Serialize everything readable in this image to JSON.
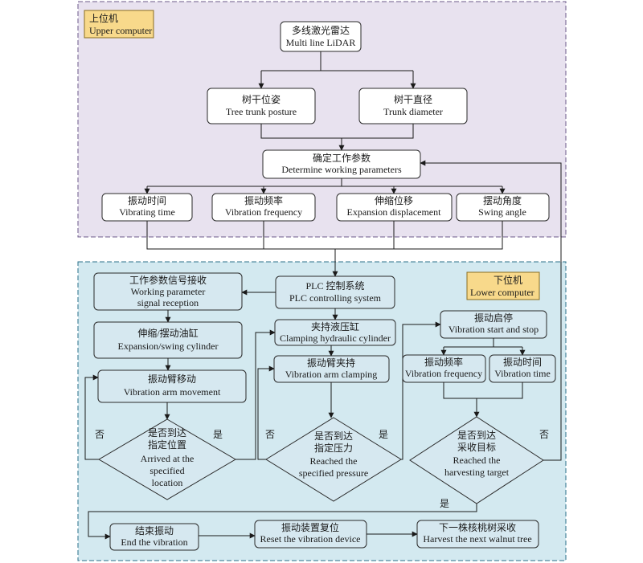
{
  "regions": {
    "upper": {
      "zh": "上位机",
      "en": "Upper computer",
      "fill": "#e8e2ef",
      "stroke": "#6b5a8a"
    },
    "lower": {
      "zh": "下位机",
      "en": "Lower computer",
      "fill": "#d3e9f0",
      "stroke": "#2a6f88"
    }
  },
  "nodes": {
    "lidar": {
      "zh": "多线激光雷达",
      "en": "Multi line LiDAR"
    },
    "posture": {
      "zh": "树干位姿",
      "en": "Tree trunk posture"
    },
    "diameter": {
      "zh": "树干直径",
      "en": "Trunk diameter"
    },
    "params": {
      "zh": "确定工作参数",
      "en": "Determine working parameters"
    },
    "vib_time": {
      "zh": "振动时间",
      "en": "Vibrating time"
    },
    "vib_freq": {
      "zh": "振动频率",
      "en": "Vibration frequency"
    },
    "expansion": {
      "zh": "伸缩位移",
      "en": "Expansion displacement"
    },
    "swing": {
      "zh": "摆动角度",
      "en": "Swing angle"
    },
    "plc": {
      "zh": "PLC 控制系统",
      "en": "PLC controlling system"
    },
    "signal": {
      "zh": "工作参数信号接收",
      "en": "Working parameter",
      "en2": "signal reception"
    },
    "cylinder": {
      "zh": "伸缩/摆动油缸",
      "en": "Expansion/swing cylinder"
    },
    "arm_move": {
      "zh": "振动臂移动",
      "en": "Vibration arm movement"
    },
    "d_location": {
      "zh": "是否到达",
      "zh2": "指定位置",
      "en": "Arrived at the",
      "en2": "specified",
      "en3": "location"
    },
    "clamp_cyl": {
      "zh": "夹持液压缸",
      "en": "Clamping hydraulic cylinder"
    },
    "arm_clamp": {
      "zh": "振动臂夹持",
      "en": "Vibration arm clamping"
    },
    "d_pressure": {
      "zh": "是否到达",
      "zh2": "指定压力",
      "en": "Reached the",
      "en2": "specified pressure"
    },
    "start_stop": {
      "zh": "振动启停",
      "en": "Vibration start and stop"
    },
    "freq2": {
      "zh": "振动频率",
      "en": "Vibration frequency"
    },
    "time2": {
      "zh": "振动时间",
      "en": "Vibration time"
    },
    "d_target": {
      "zh": "是否到达",
      "zh2": "采收目标",
      "en": "Reached the",
      "en2": "harvesting target"
    },
    "end_vib": {
      "zh": "结束振动",
      "en": "End the vibration"
    },
    "reset": {
      "zh": "振动装置复位",
      "en": "Reset the vibration device"
    },
    "next_tree": {
      "zh": "下一株核桃树采收",
      "en": "Harvest the next walnut tree"
    }
  },
  "edge_labels": {
    "no": "否",
    "yes": "是"
  }
}
